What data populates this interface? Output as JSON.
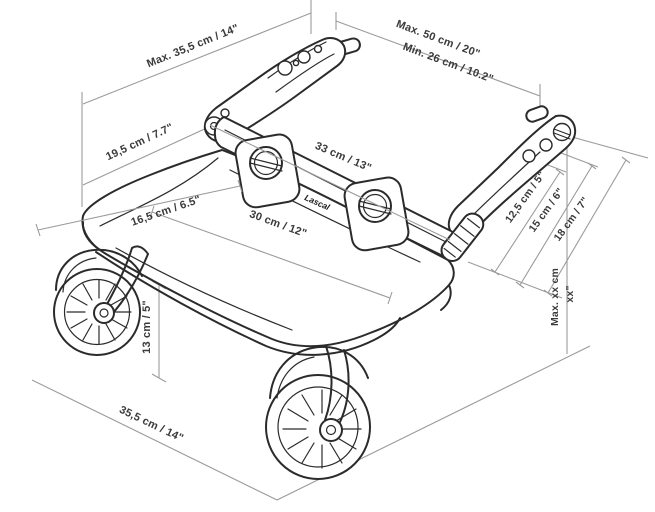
{
  "diagram": {
    "title": "buggy-board-dimension-diagram",
    "labels": {
      "top_left": "Max. 35,5 cm / 14\"",
      "top_right_max": "Max. 50 cm / 20\"",
      "top_right_min": "Min. 26 cm / 10.2\"",
      "arm_left_depth": "19,5 cm / 7.7\"",
      "bar_width": "33 cm / 13\"",
      "platform_depth": "16,5 cm / 6.5\"",
      "platform_width": "30 cm / 12\"",
      "right_hole_1": "12,5 cm / 5\"",
      "right_hole_2": "15 cm / 6\"",
      "right_hole_3": "18 cm / 7\"",
      "height_max_cm": "Max. xx cm",
      "height_max_in": "xx\"",
      "wheel_clearance": "13 cm / 5\"",
      "bottom_width": "35,5 cm / 14\"",
      "logo": "Lascal"
    },
    "colors": {
      "line_art": "#2b2b2b",
      "dimension_lines": "#9b9b9b",
      "label_text": "#3a3a3a",
      "background": "#ffffff"
    }
  }
}
